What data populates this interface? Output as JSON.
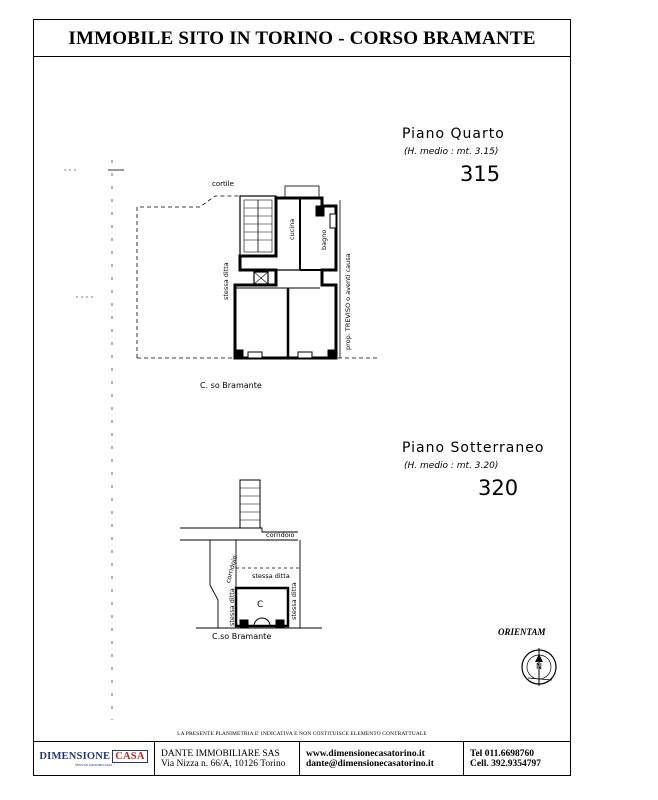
{
  "header": {
    "title": "IMMOBILE SITO IN TORINO - CORSO BRAMANTE"
  },
  "plan_fourth": {
    "label": "Piano Quarto",
    "height_note": "(H. medio : mt. 3.15)",
    "number": "315",
    "labels": {
      "cortile": "cortile",
      "cucina": "cucina",
      "bagno": "bagno",
      "stessa_ditta": "stessa ditta",
      "neighbor": "prop. TREVISO o aventi causa",
      "street": "C. so Bramante"
    }
  },
  "plan_basement": {
    "label": "Piano Sotterraneo",
    "height_note": "(H. medio : mt. 3.20)",
    "number": "320",
    "labels": {
      "corridoio": "corridoio",
      "corridoio_side": "corridoio",
      "stessa_ditta_top": "stessa ditta",
      "stessa_ditta_left": "stessa ditta",
      "stessa_ditta_right": "stessa ditta",
      "cellar": "C",
      "street": "C.so Bramante"
    }
  },
  "orientation": {
    "label": "ORIENTAM"
  },
  "disclaimer": "LA PRESENTE PLANIMETRIA E' INDICATIVA E NON COSTITUISCE ELEMENTO CONTRATTUALE",
  "footer": {
    "logo_main": "DIMENSIONE",
    "logo_casa": "CASA",
    "logo_sub": "SERVIZI IMMOBILIARI",
    "company": "DANTE IMMOBILIARE SAS",
    "address": "Via Nizza n. 66/A, 10126 Torino",
    "website": "www.dimensionecasatorino.it",
    "email": "dante@dimensionecasatorino.it",
    "tel": "Tel 011.6698760",
    "cell": "Cell. 392.9354797"
  }
}
